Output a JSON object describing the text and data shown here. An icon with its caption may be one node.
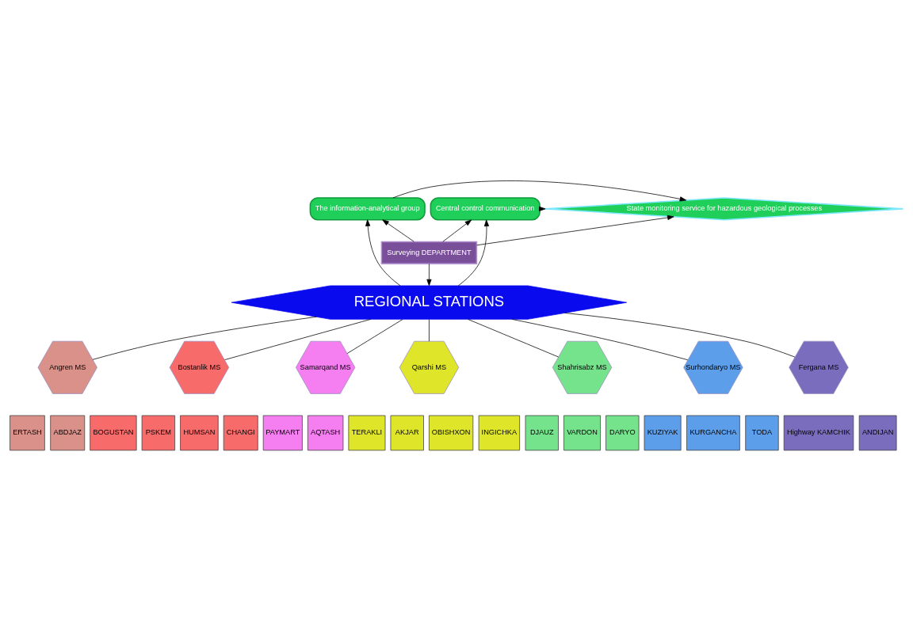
{
  "diagram": {
    "nodes": [
      {
        "text": [
          "The information-analytical group"
        ]
      },
      {
        "text": [
          "State monitoring service for hazardous geological processes"
        ]
      },
      {
        "text": [
          "Central control communication"
        ]
      },
      {
        "text": [
          "Surveying DEPARTMENT"
        ]
      },
      {
        "text": [
          "REGIONAL STATIONS"
        ]
      },
      {
        "text": [
          "Angren MS"
        ]
      },
      {
        "text": [
          "Bostanlik MS"
        ]
      },
      {
        "text": [
          "Samarqand MS"
        ]
      },
      {
        "text": [
          "Qarshi MS"
        ]
      },
      {
        "text": [
          "Shahrisabz MS"
        ]
      },
      {
        "text": [
          "Surhondaryo MS"
        ]
      },
      {
        "text": [
          "Fergana MS"
        ]
      },
      {
        "text": [
          "ERTASH"
        ]
      },
      {
        "text": [
          "ABDJAZ"
        ]
      },
      {
        "text": [
          "BOGUSTAN"
        ]
      },
      {
        "text": [
          "PSKEM"
        ]
      },
      {
        "text": [
          "HUMSAN"
        ]
      },
      {
        "text": [
          "CHANGI"
        ]
      },
      {
        "text": [
          "PAYMART"
        ]
      },
      {
        "text": [
          "AQTASH"
        ]
      },
      {
        "text": [
          "TERAKLI"
        ]
      },
      {
        "text": [
          "AKJAR"
        ]
      },
      {
        "text": [
          "OBISHXON"
        ]
      },
      {
        "text": [
          "INGICHKA"
        ]
      },
      {
        "text": [
          "DJAUZ"
        ]
      },
      {
        "text": [
          "VARDON"
        ]
      },
      {
        "text": [
          "DARYO"
        ]
      },
      {
        "text": [
          "KUZIYAK"
        ]
      },
      {
        "text": [
          "KURGANCHA"
        ]
      },
      {
        "text": [
          "TODA"
        ]
      },
      {
        "text": [
          "Highway KAMCHIK"
        ]
      },
      {
        "text": [
          "ANDIJAN"
        ]
      }
    ],
    "edges": [
      {
        "from": 0,
        "to": 1,
        "arrow": "to"
      },
      {
        "from": 2,
        "to": 1,
        "arrow": "to"
      },
      {
        "from": 3,
        "to": 1,
        "arrow": "to"
      },
      {
        "from": 3,
        "to": 0,
        "arrow": "to"
      },
      {
        "from": 3,
        "to": 2,
        "arrow": "to"
      },
      {
        "from": 3,
        "to": 4,
        "arrow": "to"
      },
      {
        "from": 4,
        "to": 0,
        "arrow": "to"
      },
      {
        "from": 4,
        "to": 2,
        "arrow": "to"
      },
      {
        "from": 4,
        "to": 5,
        "arrow": "none"
      },
      {
        "from": 4,
        "to": 6,
        "arrow": "none"
      },
      {
        "from": 4,
        "to": 7,
        "arrow": "none"
      },
      {
        "from": 4,
        "to": 8,
        "arrow": "none"
      },
      {
        "from": 4,
        "to": 9,
        "arrow": "none"
      },
      {
        "from": 4,
        "to": 10,
        "arrow": "none"
      },
      {
        "from": 4,
        "to": 11,
        "arrow": "none"
      }
    ]
  }
}
